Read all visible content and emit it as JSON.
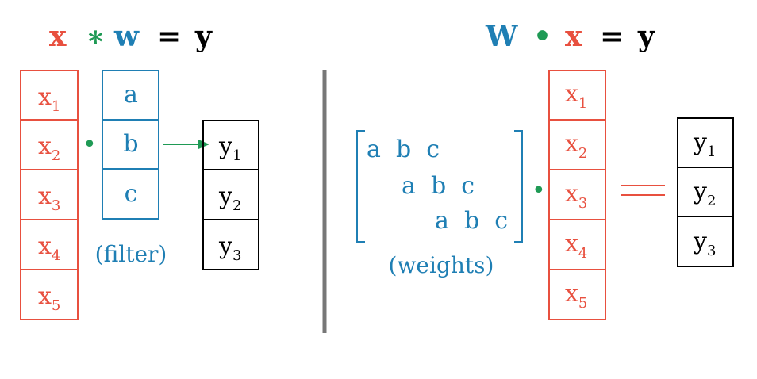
{
  "colors": {
    "red": "#e8503f",
    "blue": "#1f7fb4",
    "green": "#1f9a55",
    "black": "#000000",
    "divider": "#777777"
  },
  "left": {
    "equation": {
      "x": "x",
      "op": "∗",
      "w": "w",
      "eq": "=",
      "y": "y"
    },
    "x_cells": [
      {
        "base": "x",
        "sub": "1"
      },
      {
        "base": "x",
        "sub": "2"
      },
      {
        "base": "x",
        "sub": "3"
      },
      {
        "base": "x",
        "sub": "4"
      },
      {
        "base": "x",
        "sub": "5"
      }
    ],
    "dot": "•",
    "filter_cells": [
      "a",
      "b",
      "c"
    ],
    "filter_label": "(filter)",
    "y_cells": [
      {
        "base": "y",
        "sub": "1"
      },
      {
        "base": "y",
        "sub": "2"
      },
      {
        "base": "y",
        "sub": "3"
      }
    ]
  },
  "right": {
    "equation": {
      "W": "W",
      "op": "•",
      "x": "x",
      "eq": "=",
      "y": "y"
    },
    "matrix_rows": [
      "a  b  c",
      "a  b  c",
      "a  b  c"
    ],
    "weights_label": "(weights)",
    "dot": "•",
    "x_cells": [
      {
        "base": "x",
        "sub": "1"
      },
      {
        "base": "x",
        "sub": "2"
      },
      {
        "base": "x",
        "sub": "3"
      },
      {
        "base": "x",
        "sub": "4"
      },
      {
        "base": "x",
        "sub": "5"
      }
    ],
    "y_cells": [
      {
        "base": "y",
        "sub": "1"
      },
      {
        "base": "y",
        "sub": "2"
      },
      {
        "base": "y",
        "sub": "3"
      }
    ]
  }
}
